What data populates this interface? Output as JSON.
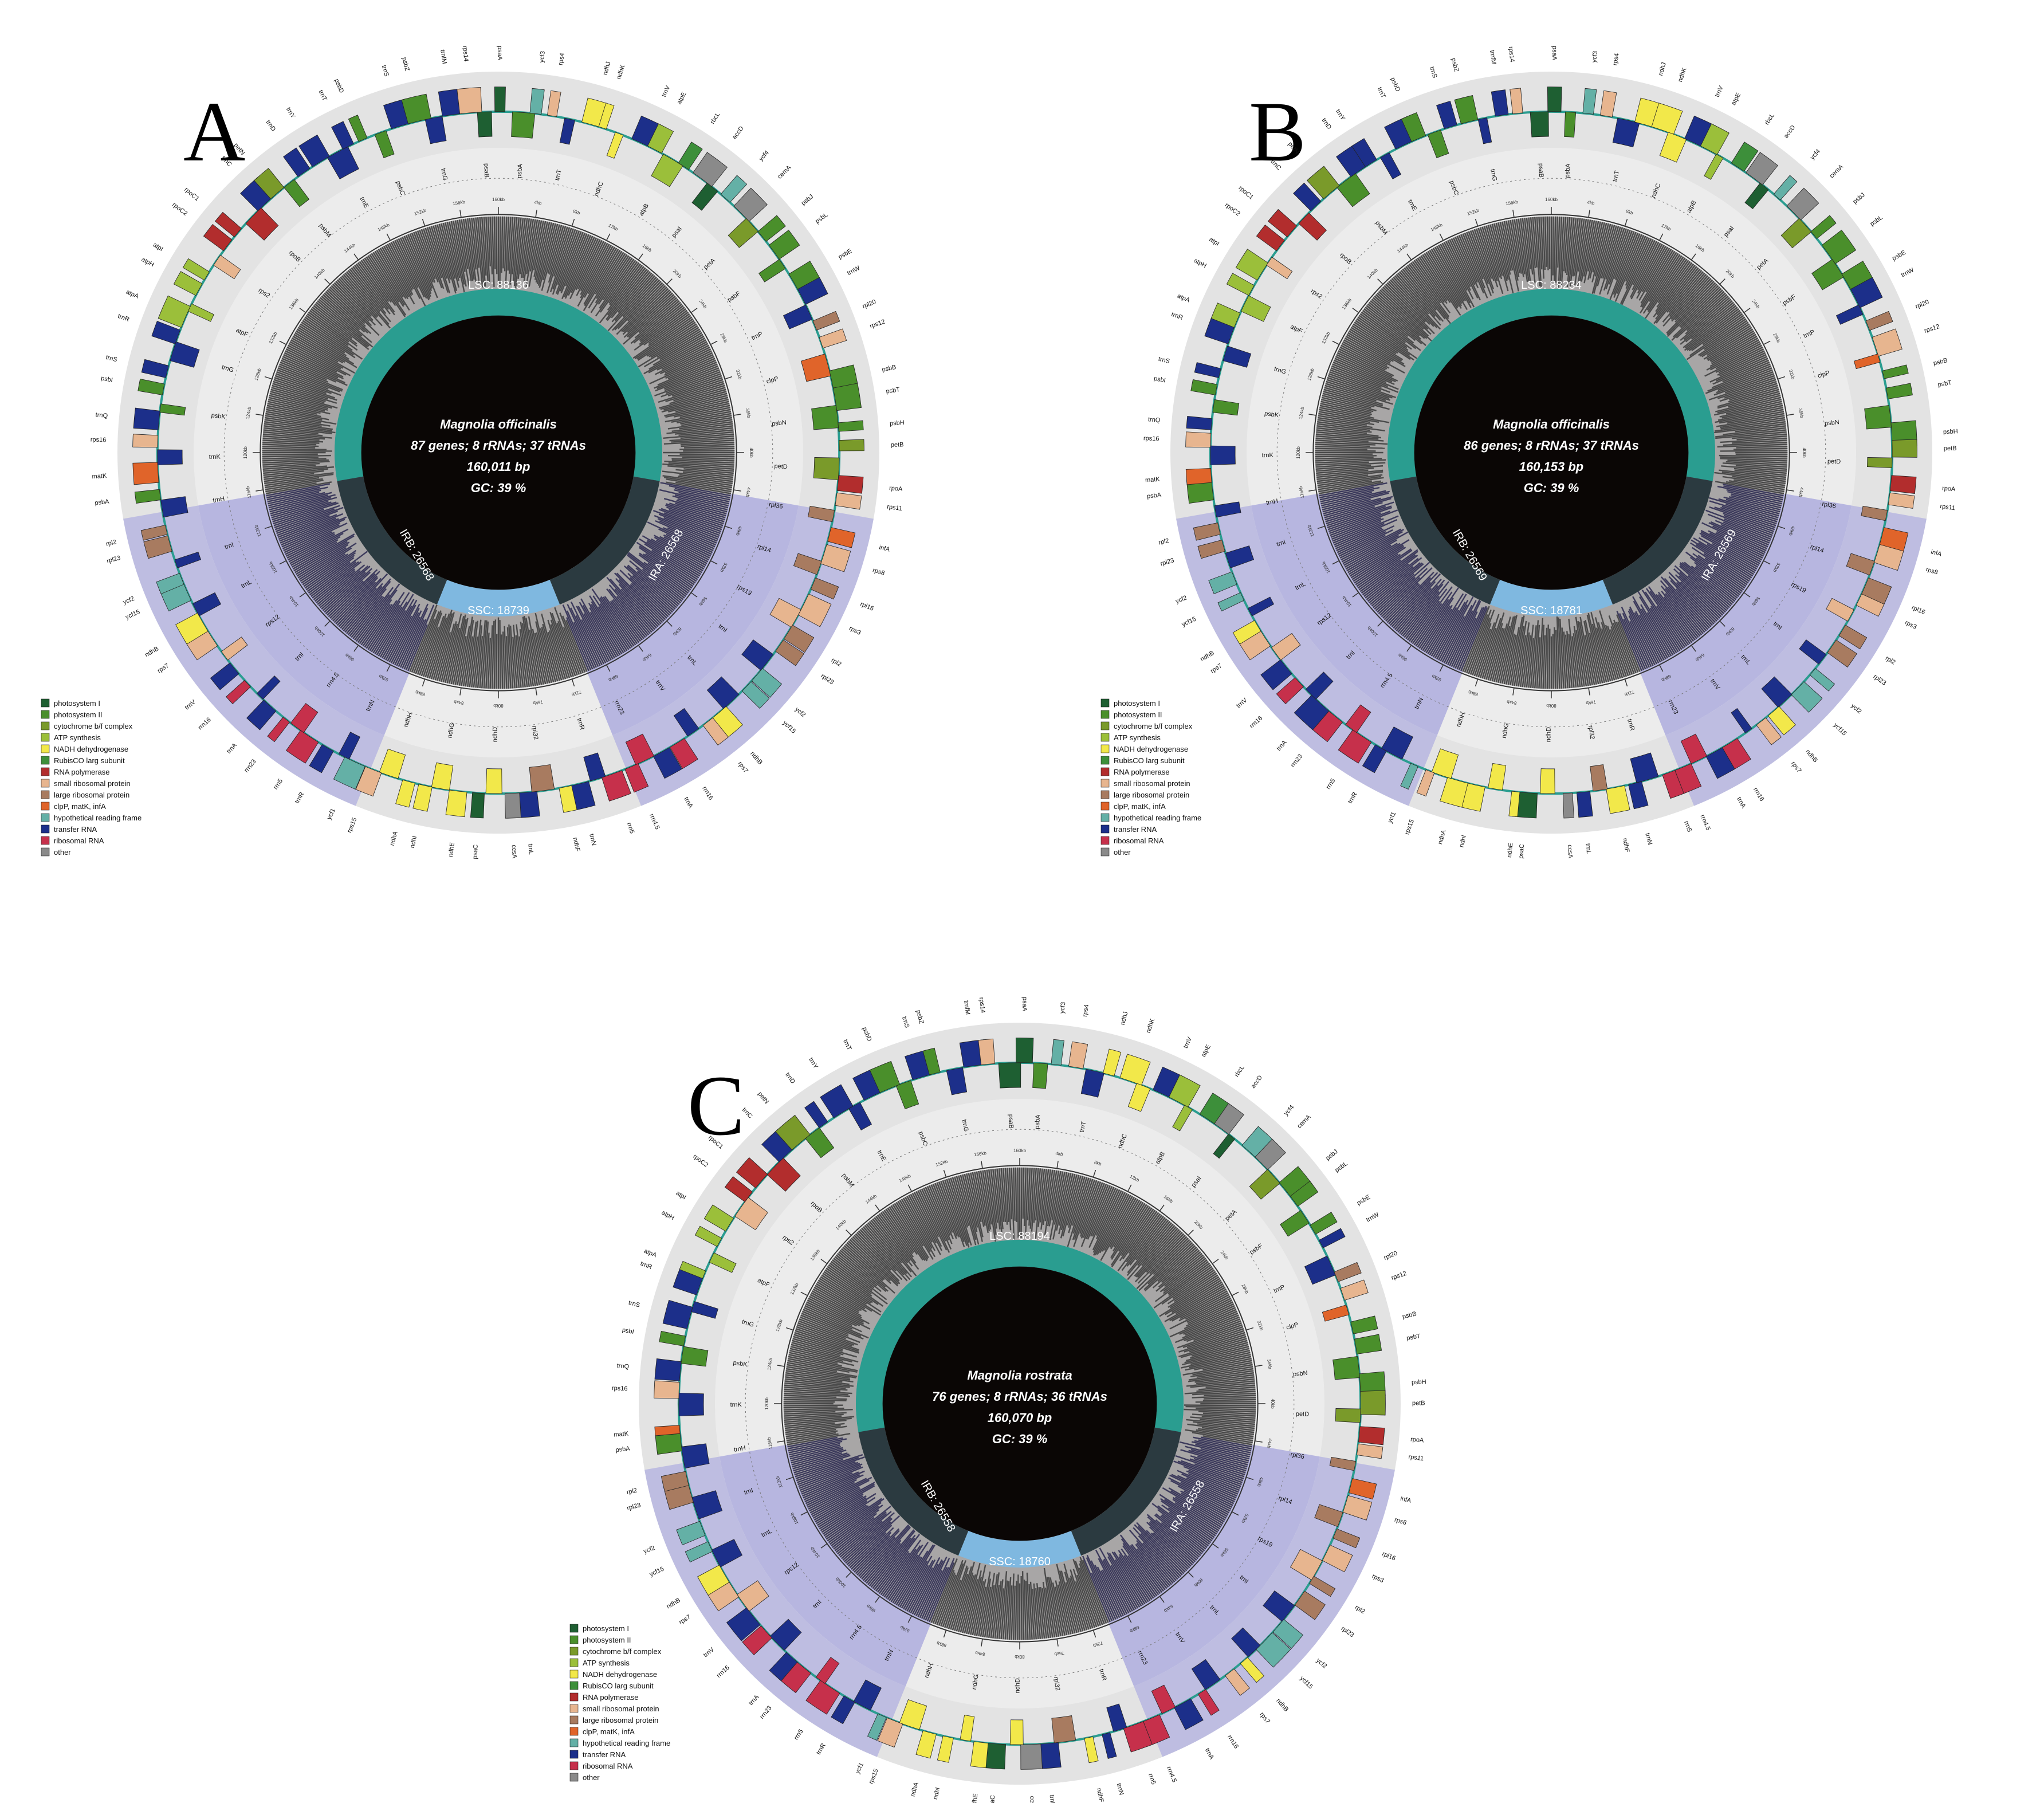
{
  "panels": [
    {
      "letter": "A",
      "species": "Magnolia officinalis",
      "summary": "87 genes; 8 rRNAs; 37 tRNAs",
      "length": "160,011 bp",
      "gc": "GC: 39 %",
      "regions": {
        "LSC": "LSC: 88136",
        "SSC": "SSC: 18739",
        "IRA": "IRA: 26568",
        "IRB": "IRB: 26568"
      }
    },
    {
      "letter": "B",
      "species": "Magnolia officinalis",
      "summary": "86 genes; 8 rRNAs; 37 tRNAs",
      "length": "160,153 bp",
      "gc": "GC: 39 %",
      "regions": {
        "LSC": "LSC: 88234",
        "SSC": "SSC: 18781",
        "IRA": "IRA: 26569",
        "IRB": "IRB: 26569"
      }
    },
    {
      "letter": "C",
      "species": "Magnolia rostrata",
      "summary": "76 genes; 8 rRNAs; 36 tRNAs",
      "length": "160,070 bp",
      "gc": "GC: 39 %",
      "regions": {
        "LSC": "LSC: 88194",
        "SSC": "SSC: 18760",
        "IRA": "IRA: 26558",
        "IRB": "IRB: 26558"
      }
    }
  ],
  "legend": [
    {
      "label": "photosystem I",
      "color": "#1e5f32"
    },
    {
      "label": "photosystem II",
      "color": "#4a8f2b"
    },
    {
      "label": "cytochrome b/f complex",
      "color": "#7a9a2a"
    },
    {
      "label": "ATP synthesis",
      "color": "#9bbf3a"
    },
    {
      "label": "NADH dehydrogenase",
      "color": "#f2e84a"
    },
    {
      "label": "RubisCO larg subunit",
      "color": "#3d8f3a"
    },
    {
      "label": "RNA polymerase",
      "color": "#b22d2d"
    },
    {
      "label": "small ribosomal protein",
      "color": "#e7b58f"
    },
    {
      "label": "large ribosomal protein",
      "color": "#a87b60"
    },
    {
      "label": "clpP, matK, infA",
      "color": "#e0642a"
    },
    {
      "label": "hypothetical reading frame",
      "color": "#64b0a6"
    },
    {
      "label": "transfer RNA",
      "color": "#1c2f8a"
    },
    {
      "label": "ribosomal RNA",
      "color": "#c6304b"
    },
    {
      "label": "other",
      "color": "#8a8a8a"
    }
  ],
  "genes": [
    {
      "name": "psbA",
      "color": "#4a8f2b"
    },
    {
      "name": "ycf3",
      "color": "#64b0a6"
    },
    {
      "name": "rps4",
      "color": "#e7b58f"
    },
    {
      "name": "trnT",
      "color": "#1c2f8a"
    },
    {
      "name": "ndhJ",
      "color": "#f2e84a"
    },
    {
      "name": "ndhK",
      "color": "#f2e84a"
    },
    {
      "name": "ndhC",
      "color": "#f2e84a"
    },
    {
      "name": "trnV",
      "color": "#1c2f8a"
    },
    {
      "name": "atpE",
      "color": "#9bbf3a"
    },
    {
      "name": "atpB",
      "color": "#9bbf3a"
    },
    {
      "name": "rbcL",
      "color": "#3d8f3a"
    },
    {
      "name": "accD",
      "color": "#8a8a8a"
    },
    {
      "name": "psaI",
      "color": "#1e5f32"
    },
    {
      "name": "ycf4",
      "color": "#64b0a6"
    },
    {
      "name": "cemA",
      "color": "#8a8a8a"
    },
    {
      "name": "petA",
      "color": "#7a9a2a"
    },
    {
      "name": "psbJ",
      "color": "#4a8f2b"
    },
    {
      "name": "psbL",
      "color": "#4a8f2b"
    },
    {
      "name": "psbF",
      "color": "#4a8f2b"
    },
    {
      "name": "psbE",
      "color": "#4a8f2b"
    },
    {
      "name": "trnW",
      "color": "#1c2f8a"
    },
    {
      "name": "trnP",
      "color": "#1c2f8a"
    },
    {
      "name": "rpl20",
      "color": "#a87b60"
    },
    {
      "name": "rps12",
      "color": "#e7b58f"
    },
    {
      "name": "clpP",
      "color": "#e0642a"
    },
    {
      "name": "psbB",
      "color": "#4a8f2b"
    },
    {
      "name": "psbT",
      "color": "#4a8f2b"
    },
    {
      "name": "psbN",
      "color": "#4a8f2b"
    },
    {
      "name": "psbH",
      "color": "#4a8f2b"
    },
    {
      "name": "petB",
      "color": "#7a9a2a"
    },
    {
      "name": "petD",
      "color": "#7a9a2a"
    },
    {
      "name": "rpoA",
      "color": "#b22d2d"
    },
    {
      "name": "rps11",
      "color": "#e7b58f"
    },
    {
      "name": "rpl36",
      "color": "#a87b60"
    },
    {
      "name": "infA",
      "color": "#e0642a"
    },
    {
      "name": "rps8",
      "color": "#e7b58f"
    },
    {
      "name": "rpl14",
      "color": "#a87b60"
    },
    {
      "name": "rpl16",
      "color": "#a87b60"
    },
    {
      "name": "rps3",
      "color": "#e7b58f"
    },
    {
      "name": "rps19",
      "color": "#e7b58f"
    },
    {
      "name": "rpl2",
      "color": "#a87b60"
    },
    {
      "name": "rpl23",
      "color": "#a87b60"
    },
    {
      "name": "trnI",
      "color": "#1c2f8a"
    },
    {
      "name": "ycf2",
      "color": "#64b0a6"
    },
    {
      "name": "ycf15",
      "color": "#64b0a6"
    },
    {
      "name": "trnL",
      "color": "#1c2f8a"
    },
    {
      "name": "ndhB",
      "color": "#f2e84a"
    },
    {
      "name": "rps7",
      "color": "#e7b58f"
    },
    {
      "name": "trnV",
      "color": "#1c2f8a"
    },
    {
      "name": "rrn16",
      "color": "#c6304b"
    },
    {
      "name": "trnA",
      "color": "#1c2f8a"
    },
    {
      "name": "rrn23",
      "color": "#c6304b"
    },
    {
      "name": "rrn4.5",
      "color": "#c6304b"
    },
    {
      "name": "rrn5",
      "color": "#c6304b"
    },
    {
      "name": "trnR",
      "color": "#1c2f8a"
    },
    {
      "name": "trnN",
      "color": "#1c2f8a"
    },
    {
      "name": "ndhF",
      "color": "#f2e84a"
    },
    {
      "name": "rpl32",
      "color": "#a87b60"
    },
    {
      "name": "trnL",
      "color": "#1c2f8a"
    },
    {
      "name": "ccsA",
      "color": "#8a8a8a"
    },
    {
      "name": "ndhD",
      "color": "#f2e84a"
    },
    {
      "name": "psaC",
      "color": "#1e5f32"
    },
    {
      "name": "ndhE",
      "color": "#f2e84a"
    },
    {
      "name": "ndhG",
      "color": "#f2e84a"
    },
    {
      "name": "ndhI",
      "color": "#f2e84a"
    },
    {
      "name": "ndhA",
      "color": "#f2e84a"
    },
    {
      "name": "ndhH",
      "color": "#f2e84a"
    },
    {
      "name": "rps15",
      "color": "#e7b58f"
    },
    {
      "name": "ycf1",
      "color": "#64b0a6"
    },
    {
      "name": "trnN",
      "color": "#1c2f8a"
    },
    {
      "name": "trnR",
      "color": "#1c2f8a"
    },
    {
      "name": "rrn5",
      "color": "#c6304b"
    },
    {
      "name": "rrn4.5",
      "color": "#c6304b"
    },
    {
      "name": "rrn23",
      "color": "#c6304b"
    },
    {
      "name": "trnA",
      "color": "#1c2f8a"
    },
    {
      "name": "trnI",
      "color": "#1c2f8a"
    },
    {
      "name": "rrn16",
      "color": "#c6304b"
    },
    {
      "name": "trnV",
      "color": "#1c2f8a"
    },
    {
      "name": "rps12",
      "color": "#e7b58f"
    },
    {
      "name": "rps7",
      "color": "#e7b58f"
    },
    {
      "name": "ndhB",
      "color": "#f2e84a"
    },
    {
      "name": "trnL",
      "color": "#1c2f8a"
    },
    {
      "name": "ycf15",
      "color": "#64b0a6"
    },
    {
      "name": "ycf2",
      "color": "#64b0a6"
    },
    {
      "name": "trnI",
      "color": "#1c2f8a"
    },
    {
      "name": "rpl23",
      "color": "#a87b60"
    },
    {
      "name": "rpl2",
      "color": "#a87b60"
    },
    {
      "name": "trnH",
      "color": "#1c2f8a"
    },
    {
      "name": "psbA",
      "color": "#4a8f2b"
    },
    {
      "name": "matK",
      "color": "#e0642a"
    },
    {
      "name": "trnK",
      "color": "#1c2f8a"
    },
    {
      "name": "rps16",
      "color": "#e7b58f"
    },
    {
      "name": "trnQ",
      "color": "#1c2f8a"
    },
    {
      "name": "psbK",
      "color": "#4a8f2b"
    },
    {
      "name": "psbI",
      "color": "#4a8f2b"
    },
    {
      "name": "trnS",
      "color": "#1c2f8a"
    },
    {
      "name": "trnG",
      "color": "#1c2f8a"
    },
    {
      "name": "trnR",
      "color": "#1c2f8a"
    },
    {
      "name": "atpA",
      "color": "#9bbf3a"
    },
    {
      "name": "atpF",
      "color": "#9bbf3a"
    },
    {
      "name": "atpH",
      "color": "#9bbf3a"
    },
    {
      "name": "atpI",
      "color": "#9bbf3a"
    },
    {
      "name": "rps2",
      "color": "#e7b58f"
    },
    {
      "name": "rpoC2",
      "color": "#b22d2d"
    },
    {
      "name": "rpoC1",
      "color": "#b22d2d"
    },
    {
      "name": "rpoB",
      "color": "#b22d2d"
    },
    {
      "name": "trnC",
      "color": "#1c2f8a"
    },
    {
      "name": "petN",
      "color": "#7a9a2a"
    },
    {
      "name": "psbM",
      "color": "#4a8f2b"
    },
    {
      "name": "trnD",
      "color": "#1c2f8a"
    },
    {
      "name": "trnY",
      "color": "#1c2f8a"
    },
    {
      "name": "trnE",
      "color": "#1c2f8a"
    },
    {
      "name": "trnT",
      "color": "#1c2f8a"
    },
    {
      "name": "psbD",
      "color": "#4a8f2b"
    },
    {
      "name": "psbC",
      "color": "#4a8f2b"
    },
    {
      "name": "trnS",
      "color": "#1c2f8a"
    },
    {
      "name": "psbZ",
      "color": "#4a8f2b"
    },
    {
      "name": "trnG",
      "color": "#1c2f8a"
    },
    {
      "name": "trnfM",
      "color": "#1c2f8a"
    },
    {
      "name": "rps14",
      "color": "#e7b58f"
    },
    {
      "name": "psaB",
      "color": "#1e5f32"
    },
    {
      "name": "psaA",
      "color": "#1e5f32"
    }
  ],
  "ticks": [
    "4kb",
    "8kb",
    "12kb",
    "16kb",
    "20kb",
    "24kb",
    "28kb",
    "32kb",
    "36kb",
    "40kb",
    "44kb",
    "48kb",
    "52kb",
    "56kb",
    "60kb",
    "64kb",
    "68kb",
    "72kb",
    "76kb",
    "80kb",
    "84kb",
    "88kb",
    "92kb",
    "96kb",
    "100kb",
    "104kb",
    "108kb",
    "112kb",
    "116kb",
    "120kb",
    "124kb",
    "128kb",
    "132kb",
    "136kb",
    "140kb",
    "144kb",
    "148kb",
    "152kb",
    "156kb",
    "160kb"
  ]
}
